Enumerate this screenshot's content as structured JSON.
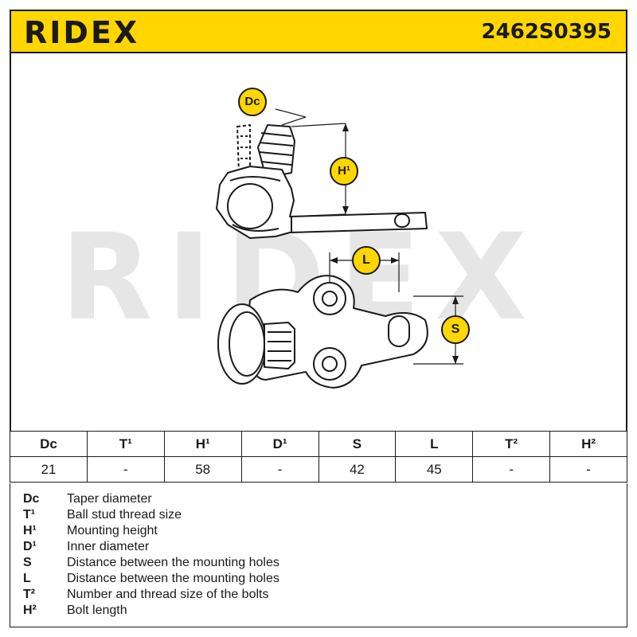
{
  "header": {
    "brand": "RIDEX",
    "part_number": "2462S0395"
  },
  "watermark": "RIDEX",
  "dimension_labels": {
    "dc": "Dc",
    "h1": "H¹",
    "l": "L",
    "s": "S"
  },
  "colors": {
    "accent": "#ffd600",
    "line": "#1a1a1a",
    "watermark": "#e6e6e6"
  },
  "specs": {
    "headers": [
      "Dc",
      "T¹",
      "H¹",
      "D¹",
      "S",
      "L",
      "T²",
      "H²"
    ],
    "values": [
      "21",
      "-",
      "58",
      "-",
      "42",
      "45",
      "-",
      "-"
    ]
  },
  "legend": [
    {
      "key": "Dc",
      "desc": "Taper diameter"
    },
    {
      "key": "T¹",
      "desc": "Ball stud thread size"
    },
    {
      "key": "H¹",
      "desc": "Mounting height"
    },
    {
      "key": "D¹",
      "desc": "Inner diameter"
    },
    {
      "key": "S",
      "desc": "Distance between the mounting holes"
    },
    {
      "key": "L",
      "desc": "Distance between the mounting holes"
    },
    {
      "key": "T²",
      "desc": "Number and thread size of the bolts"
    },
    {
      "key": "H²",
      "desc": "Bolt length"
    }
  ]
}
